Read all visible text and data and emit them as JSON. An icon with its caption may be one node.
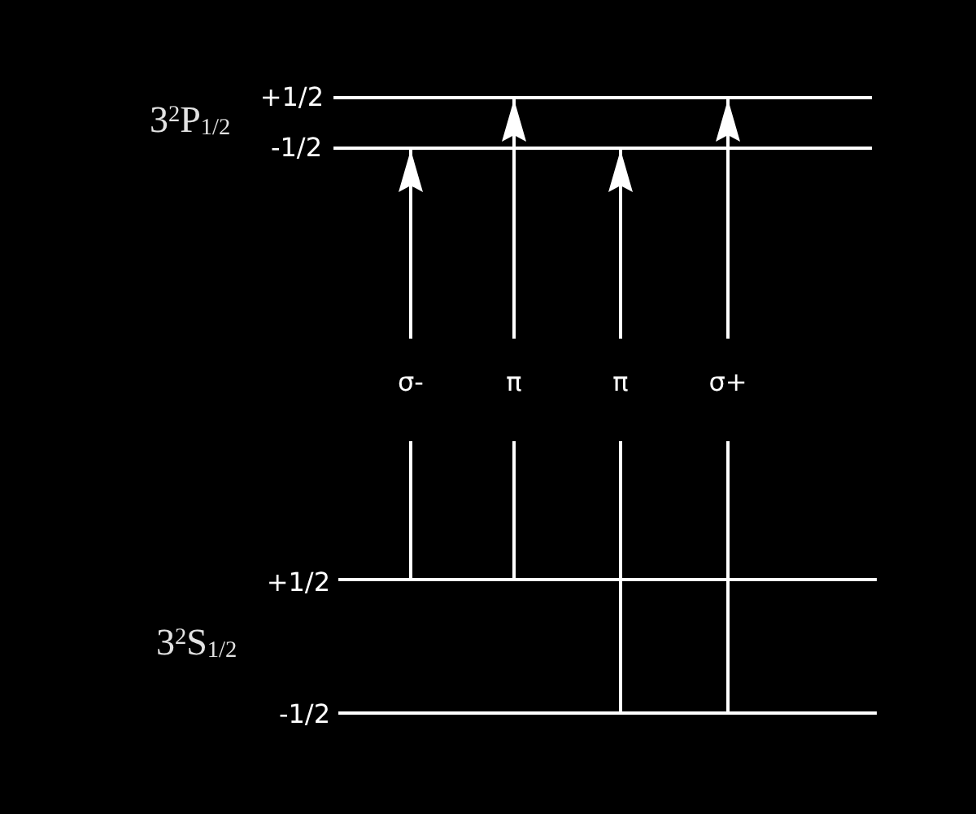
{
  "diagram": {
    "nodes": [
      {
        "text": [],
        "shape": "line",
        "beside": [
          "+1/2"
        ]
      },
      {
        "text": [],
        "shape": "line",
        "beside": [
          "-1/2"
        ]
      },
      {
        "text": [],
        "shape": "line",
        "beside": [
          "+1/2"
        ]
      },
      {
        "text": [],
        "shape": "line",
        "beside": [
          "-1/2"
        ]
      }
    ],
    "edges": [
      {
        "from": 2,
        "to": 1,
        "arrow": "to",
        "label": "σ-"
      },
      {
        "from": 2,
        "to": 0,
        "arrow": "to",
        "label": "π"
      },
      {
        "from": 3,
        "to": 1,
        "arrow": "to",
        "label": "π"
      },
      {
        "from": 3,
        "to": 0,
        "arrow": "to",
        "label": "σ+"
      }
    ],
    "labels": [
      "3$^{2}$P$_{1/2}$",
      "3$^{2}$S$_{1/2}$"
    ]
  }
}
